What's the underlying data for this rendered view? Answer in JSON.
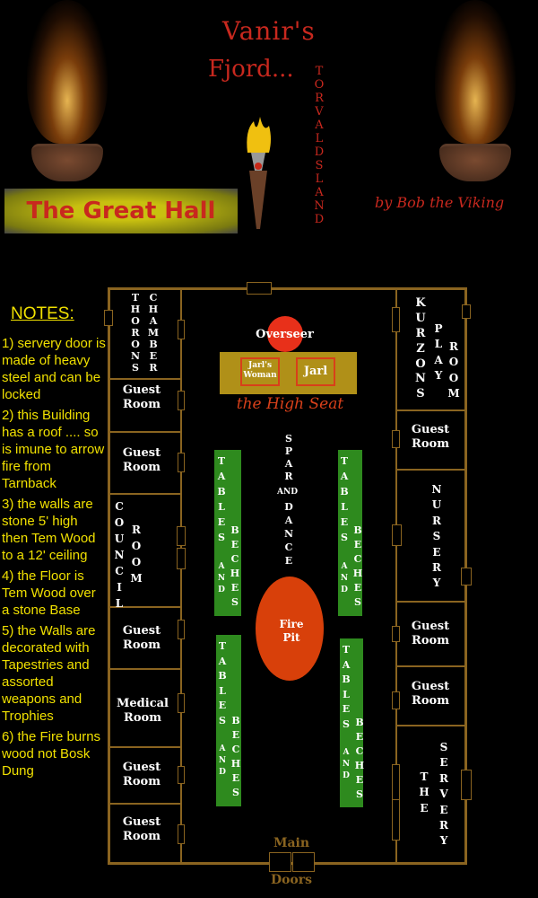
{
  "header": {
    "title_line1": "Vanir's",
    "title_line2": "Fjord...",
    "subtitle_vertical": "TORVALDSLAND",
    "banner": "The Great Hall",
    "credit": "by Bob the Viking"
  },
  "notes": {
    "heading": "NOTES:",
    "items": [
      "1) servery door is made of heavy steel and can be locked",
      "2) this Building has a roof .... so is imune to arrow fire from Tarnback",
      "3) the walls are stone 5' high then Tem Wood to a 12' ceiling",
      "4) the Floor is Tem Wood over a stone Base",
      "5) the Walls are decorated with Tapestries and assorted weapons and Trophies",
      "6) the Fire burns wood not Bosk Dung"
    ]
  },
  "map": {
    "thorons_1": "THORONS",
    "thorons_2": "CHAMBER",
    "left_rooms": [
      "Guest Room",
      "Guest Room",
      "Guest Room",
      "Medical Room",
      "Guest Room",
      "Guest Room"
    ],
    "council_1": "COUNCIL",
    "council_2": "ROOM",
    "kurzons_1": "KURZONS",
    "kurzons_2": "PLAY",
    "kurzons_3": "ROOM",
    "right_rooms": [
      "Guest Room",
      "Guest Room",
      "Guest Room"
    ],
    "nursery": "NURSERY",
    "servery_1": "THE",
    "servery_2": "SERVERY",
    "overseer": "Overseer",
    "jarls_woman": "Jarl's Woman",
    "jarl": "Jarl",
    "high_seat": "the High Seat",
    "spar_1": "SPAR",
    "spar_and": "AND",
    "spar_2": "DANCE",
    "tables_1": "TABLES",
    "tables_2": "AND",
    "tables_3": "BECHES",
    "fire_pit": "Fire Pit",
    "main_doors_1": "Main",
    "main_doors_2": "Doors"
  },
  "colors": {
    "wall": "#8a6420",
    "table": "#2e8a1e",
    "fire": "#d8400a",
    "seat": "#b09018",
    "title": "#c8281e",
    "notes": "#f0e000"
  }
}
